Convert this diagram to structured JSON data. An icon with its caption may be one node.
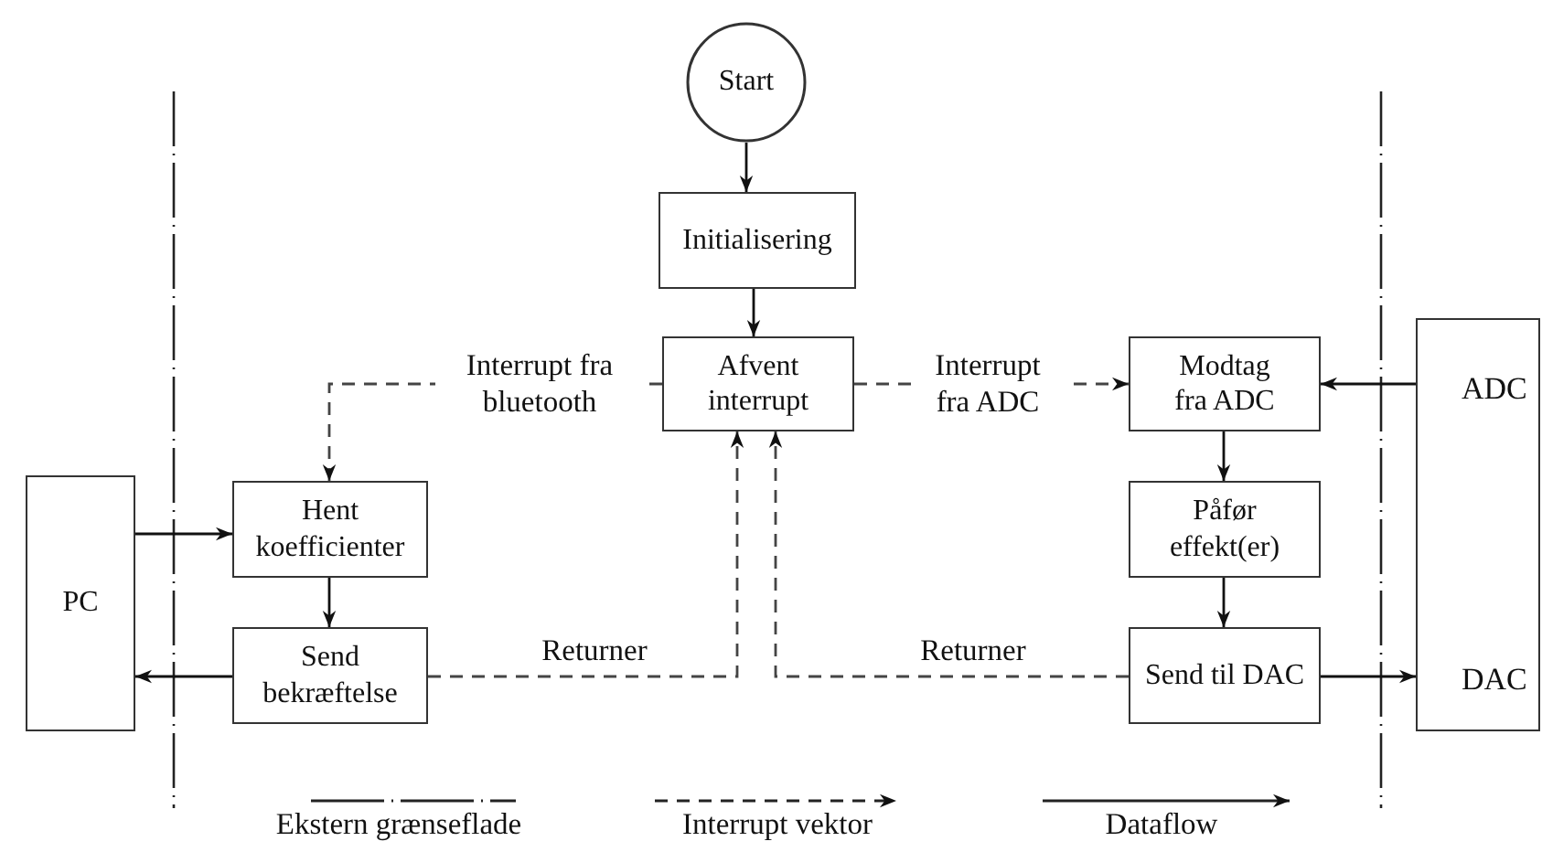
{
  "diagram": {
    "nodes": [
      {
        "text": [
          "Start"
        ]
      },
      {
        "text": [
          "Initialisering"
        ]
      },
      {
        "text": [
          "Afvent interrupt"
        ]
      },
      {
        "text": [
          "Modtag fra ADC"
        ]
      },
      {
        "text": [
          "Påfør effekt(er)"
        ]
      },
      {
        "text": [
          "Send til DAC"
        ]
      },
      {
        "text": [
          "Hent koefficienter"
        ]
      },
      {
        "text": [
          "Send bekræftelse"
        ]
      },
      {
        "text": [
          "PC"
        ]
      },
      {
        "text": [
          "ADC",
          "DAC"
        ]
      }
    ],
    "edges": [
      {
        "from": 0,
        "to": 1,
        "arrow": "to"
      },
      {
        "from": 1,
        "to": 2,
        "arrow": "to"
      },
      {
        "from": 2,
        "to": 3,
        "arrow": "to",
        "label": "Interrupt fra ADC",
        "style": "dashed"
      },
      {
        "from": 2,
        "to": 6,
        "arrow": "to",
        "label": "Interrupt fra bluetooth",
        "style": "dashed"
      },
      {
        "from": 3,
        "to": 4,
        "arrow": "to"
      },
      {
        "from": 4,
        "to": 5,
        "arrow": "to"
      },
      {
        "from": 5,
        "to": 9,
        "arrow": "to"
      },
      {
        "from": 9,
        "to": 3,
        "arrow": "to"
      },
      {
        "from": 8,
        "to": 6,
        "arrow": "to"
      },
      {
        "from": 6,
        "to": 7,
        "arrow": "to"
      },
      {
        "from": 7,
        "to": 8,
        "arrow": "to"
      },
      {
        "from": 7,
        "to": 2,
        "arrow": "to",
        "label": "Returner",
        "style": "dashed"
      },
      {
        "from": 5,
        "to": 2,
        "arrow": "to",
        "label": "Returner",
        "style": "dashed"
      }
    ],
    "legend": [
      {
        "text": "Ekstern grænseflade"
      },
      {
        "text": "Interrupt vektor"
      },
      {
        "text": "Dataflow"
      }
    ]
  }
}
